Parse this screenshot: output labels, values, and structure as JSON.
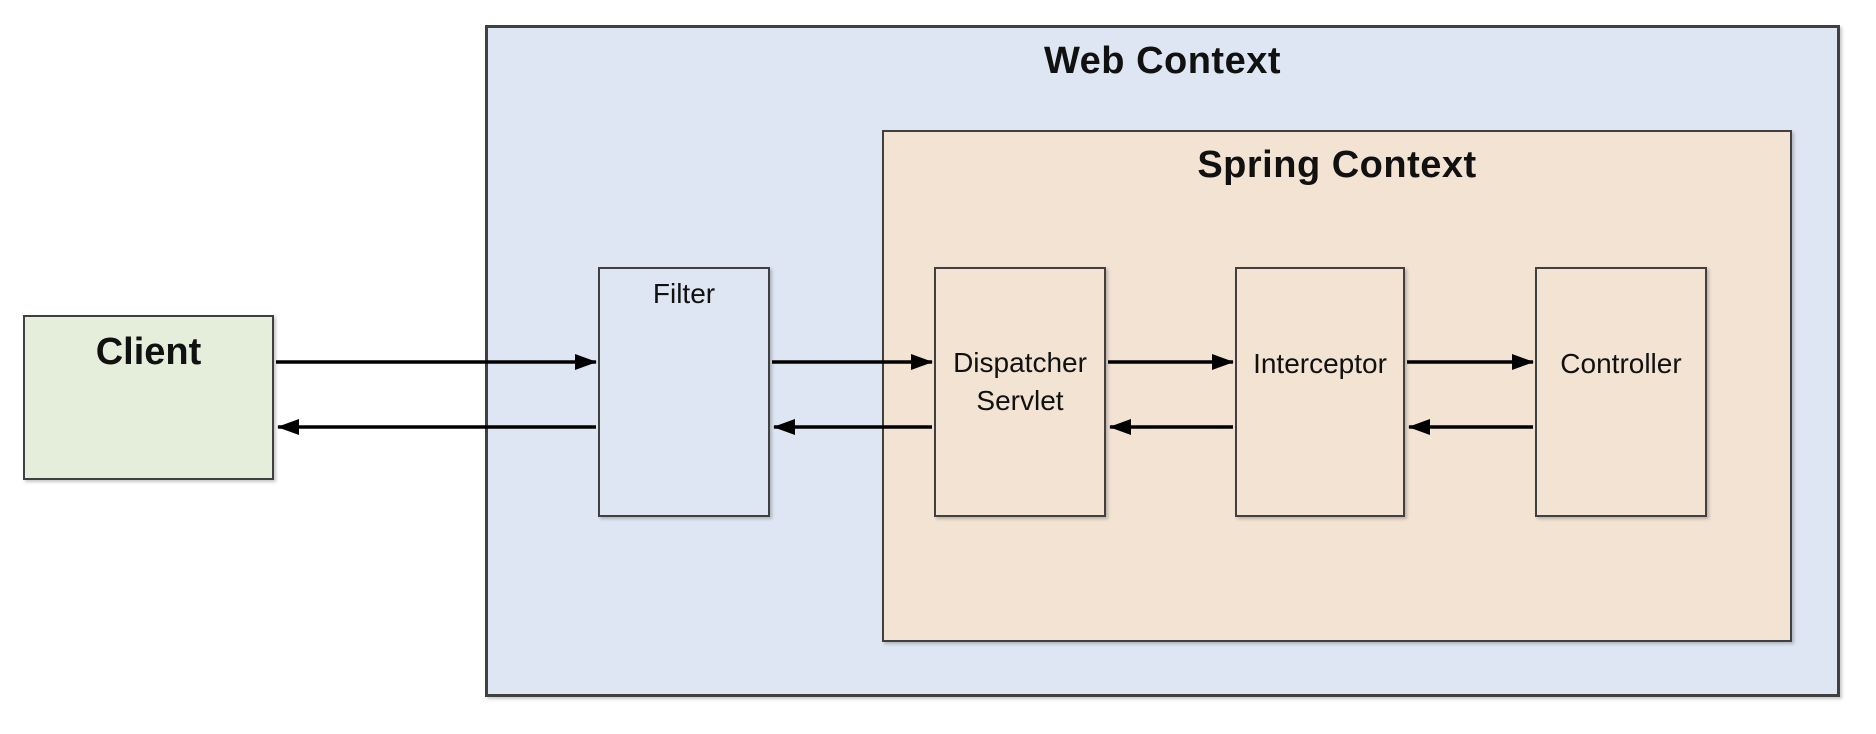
{
  "nodes": {
    "client": {
      "label": "Client"
    },
    "web_context": {
      "title": "Web Context"
    },
    "spring_context": {
      "title": "Spring Context"
    },
    "filter": {
      "label": "Filter"
    },
    "dispatcher_servlet": {
      "label": "Dispatcher Servlet"
    },
    "interceptor": {
      "label": "Interceptor"
    },
    "controller": {
      "label": "Controller"
    }
  },
  "edges": [
    {
      "from": "Client",
      "to": "Filter"
    },
    {
      "from": "Filter",
      "to": "Client"
    },
    {
      "from": "Filter",
      "to": "Dispatcher Servlet"
    },
    {
      "from": "Dispatcher Servlet",
      "to": "Filter"
    },
    {
      "from": "Dispatcher Servlet",
      "to": "Interceptor"
    },
    {
      "from": "Interceptor",
      "to": "Dispatcher Servlet"
    },
    {
      "from": "Interceptor",
      "to": "Controller"
    },
    {
      "from": "Controller",
      "to": "Interceptor"
    }
  ],
  "colors": {
    "background": "#ffffff",
    "client_fill": "#e4eeda",
    "web_context_fill": "#dfe6f3",
    "spring_context_fill": "#f2e3d3",
    "box_border": "#404040",
    "arrow": "#000000",
    "text": "#111111"
  }
}
